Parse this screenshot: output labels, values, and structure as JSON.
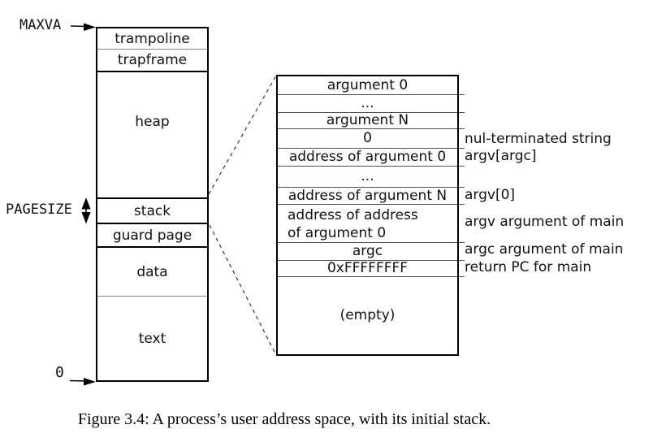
{
  "figure": {
    "memory_map": {
      "edge_labels": {
        "maxva": "MAXVA",
        "pagesize": "PAGESIZE",
        "zero": "0"
      },
      "sections": [
        {
          "label": "trampoline"
        },
        {
          "label": "trapframe"
        },
        {
          "label": "heap"
        },
        {
          "label": "stack"
        },
        {
          "label": "guard page"
        },
        {
          "label": "data"
        },
        {
          "label": "text"
        }
      ]
    },
    "stack_detail": {
      "rows": [
        {
          "label": "argument 0"
        },
        {
          "label": "..."
        },
        {
          "label": "argument N"
        },
        {
          "label": "0"
        },
        {
          "label": "address of argument 0"
        },
        {
          "label": "..."
        },
        {
          "label": "address of argument N"
        },
        {
          "label": "address of address of argument 0"
        },
        {
          "label": "argc"
        },
        {
          "label": "0xFFFFFFFF"
        },
        {
          "label": "(empty)"
        }
      ],
      "annotations": [
        {
          "label": "nul-terminated string"
        },
        {
          "label": "argv[argc]"
        },
        {
          "label": "argv[0]"
        },
        {
          "label": "argv argument of main"
        },
        {
          "label": "argc argument of main"
        },
        {
          "label": "return PC for main"
        }
      ]
    },
    "caption": "Figure 3.4: A process’s user address space, with its initial stack.",
    "colors": {
      "line": "#000000",
      "thin_line": "#555555",
      "background": "#ffffff"
    }
  }
}
